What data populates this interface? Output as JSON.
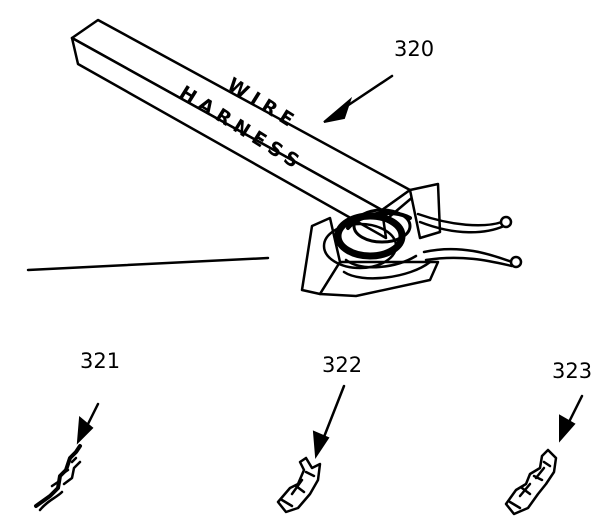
{
  "box": {
    "line1": "WIRE",
    "line2": "HARNESS"
  },
  "labels": {
    "harness": "320",
    "terminal_a": "321",
    "terminal_b": "322",
    "terminal_c": "323"
  }
}
